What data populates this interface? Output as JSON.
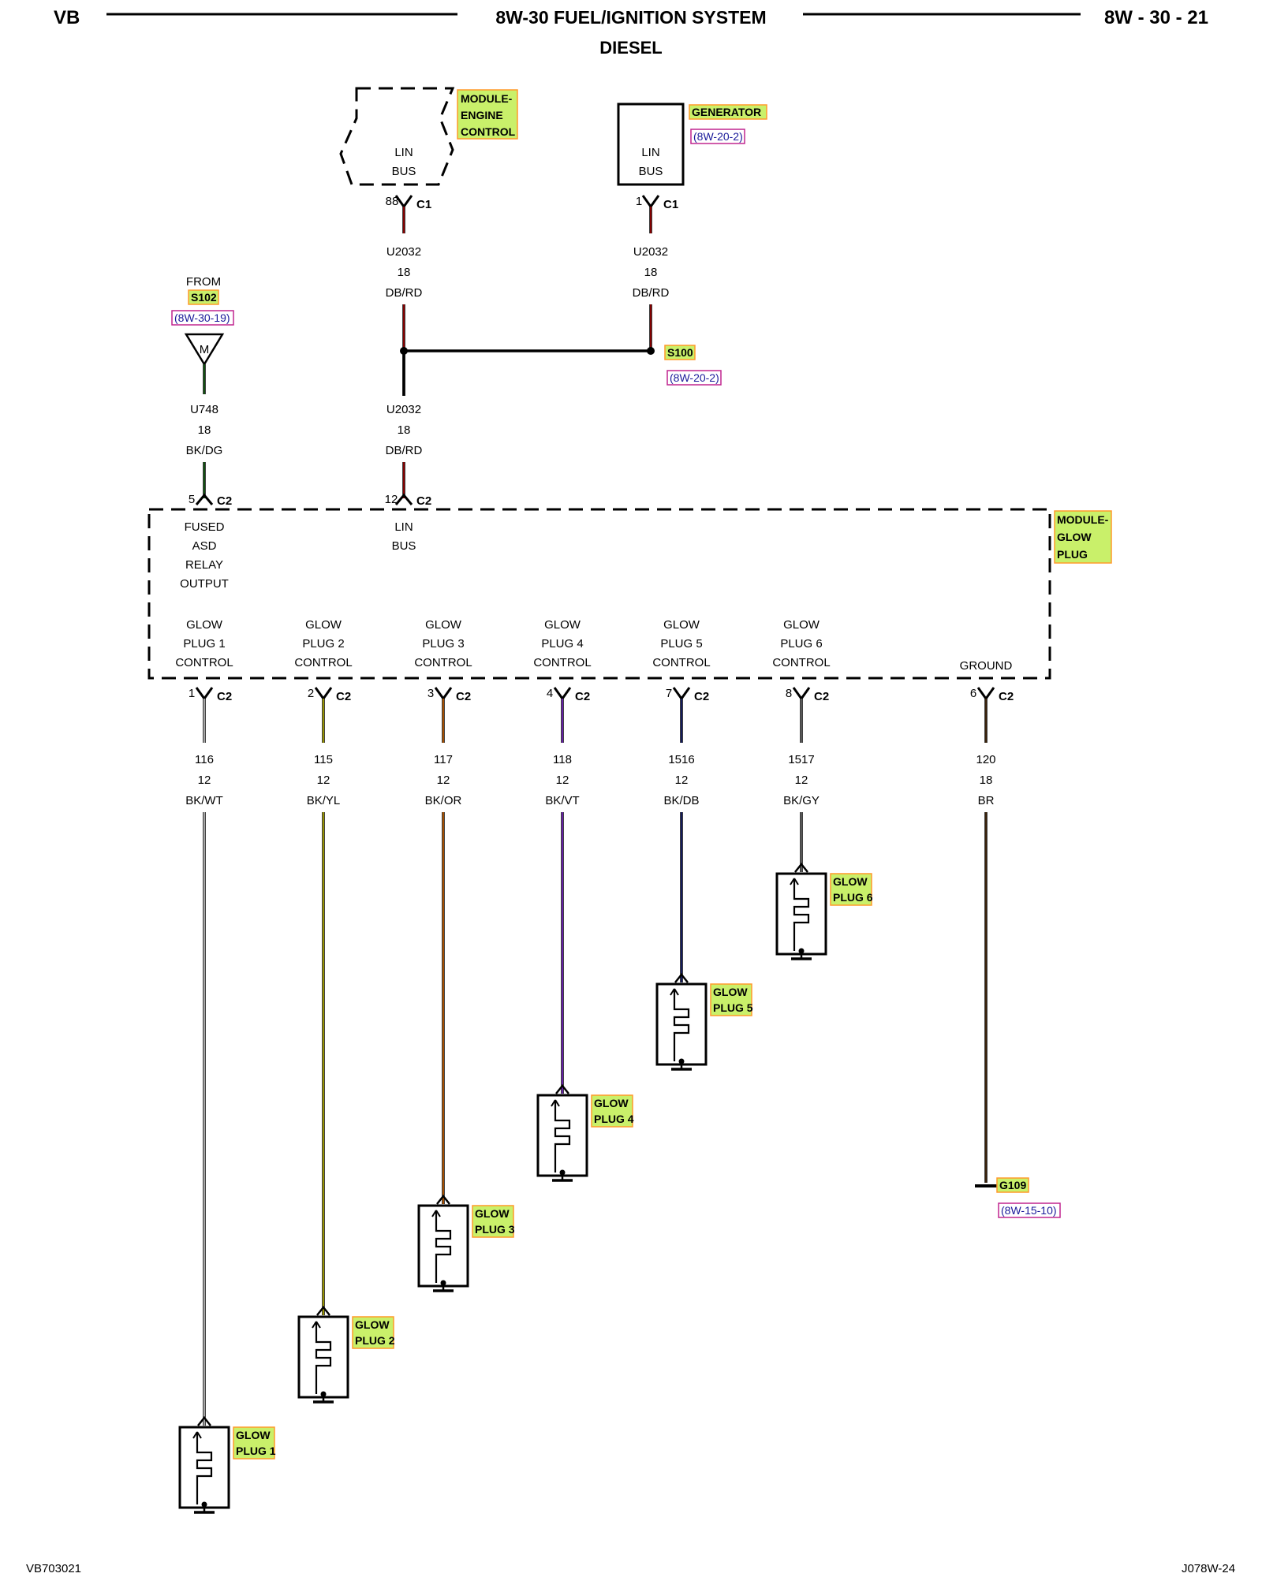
{
  "header": {
    "left": "VB",
    "title": "8W-30 FUEL/IGNITION SYSTEM",
    "subtitle": "DIESEL",
    "right": "8W - 30 - 21"
  },
  "footer": {
    "left": "VB703021",
    "right": "J078W-24"
  },
  "ecm": {
    "name_line1": "MODULE-",
    "name_line2": "ENGINE",
    "name_line3": "CONTROL",
    "pin_line1": "LIN",
    "pin_line2": "BUS",
    "pin": "88",
    "conn": "C1"
  },
  "generator": {
    "name": "GENERATOR",
    "ref": "(8W-20-2)",
    "pin_line1": "LIN",
    "pin_line2": "BUS",
    "pin": "1",
    "conn": "C1"
  },
  "wire_ecm": {
    "circuit": "U2032",
    "gauge": "18",
    "color": "DB/RD"
  },
  "wire_gen": {
    "circuit": "U2032",
    "gauge": "18",
    "color": "DB/RD"
  },
  "splice": {
    "name": "S100",
    "ref": "(8W-20-2)"
  },
  "wire_bus": {
    "circuit": "U2032",
    "gauge": "18",
    "color": "DB/RD"
  },
  "from": {
    "label": "FROM",
    "splice": "S102",
    "ref": "(8W-30-19)",
    "symbol": "M"
  },
  "wire_asd": {
    "circuit": "U748",
    "gauge": "18",
    "color": "BK/DG"
  },
  "glow_module": {
    "name_line1": "MODULE-",
    "name_line2": "GLOW",
    "name_line3": "PLUG",
    "asd_pin": "5",
    "asd_conn": "C2",
    "asd_label": [
      "FUSED",
      "ASD",
      "RELAY",
      "OUTPUT"
    ],
    "lin_pin": "12",
    "lin_conn": "C2",
    "lin_label": [
      "LIN",
      "BUS"
    ],
    "ground_label": "GROUND",
    "ground_pin": "6",
    "ground_conn": "C2"
  },
  "outputs": [
    {
      "line1": "GLOW",
      "line2": "PLUG 1",
      "line3": "CONTROL",
      "pin": "1",
      "conn": "C2",
      "circuit": "116",
      "gauge": "12",
      "color": "BK/WT",
      "plug1": "GLOW",
      "plug2": "PLUG 1",
      "stripe": "#ffffff"
    },
    {
      "line1": "GLOW",
      "line2": "PLUG 2",
      "line3": "CONTROL",
      "pin": "2",
      "conn": "C2",
      "circuit": "115",
      "gauge": "12",
      "color": "BK/YL",
      "plug1": "GLOW",
      "plug2": "PLUG 2",
      "stripe": "#e8e000"
    },
    {
      "line1": "GLOW",
      "line2": "PLUG 3",
      "line3": "CONTROL",
      "pin": "3",
      "conn": "C2",
      "circuit": "117",
      "gauge": "12",
      "color": "BK/OR",
      "plug1": "GLOW",
      "plug2": "PLUG 3",
      "stripe": "#ff7a00"
    },
    {
      "line1": "GLOW",
      "line2": "PLUG 4",
      "line3": "CONTROL",
      "pin": "4",
      "conn": "C2",
      "circuit": "118",
      "gauge": "12",
      "color": "BK/VT",
      "plug1": "GLOW",
      "plug2": "PLUG 4",
      "stripe": "#9b30ff"
    },
    {
      "line1": "GLOW",
      "line2": "PLUG 5",
      "line3": "CONTROL",
      "pin": "7",
      "conn": "C2",
      "circuit": "1516",
      "gauge": "12",
      "color": "BK/DB",
      "plug1": "GLOW",
      "plug2": "PLUG 5",
      "stripe": "#1e2a8c"
    },
    {
      "line1": "GLOW",
      "line2": "PLUG 6",
      "line3": "CONTROL",
      "pin": "8",
      "conn": "C2",
      "circuit": "1517",
      "gauge": "12",
      "color": "BK/GY",
      "plug1": "GLOW",
      "plug2": "PLUG 6",
      "stripe": "#888888"
    }
  ],
  "ground_wire": {
    "circuit": "120",
    "gauge": "18",
    "color": "BR"
  },
  "ground": {
    "name": "G109",
    "ref": "(8W-15-10)"
  },
  "colors": {
    "label_fill": "#c9f06a",
    "label_border": "#ff9a2a",
    "ref_border": "#c0258f",
    "ref_text": "#1a1a9a",
    "db_rd": "#cc0000",
    "bk_dg": "#1a7a1a",
    "br": "#5a3410"
  }
}
